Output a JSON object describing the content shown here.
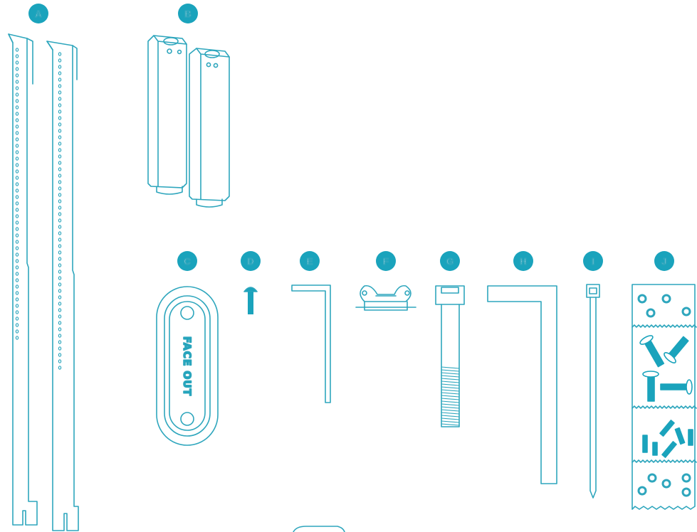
{
  "colors": {
    "accent": "#1aa3bc",
    "stroke": "#2ea6bd",
    "badge_text": "#ffffff",
    "background": "#ffffff"
  },
  "parts": [
    {
      "id": "A",
      "label": "A",
      "name": "vertical rails"
    },
    {
      "id": "B",
      "label": "B",
      "name": "leg feet"
    },
    {
      "id": "C",
      "label": "C",
      "name": "oval plate",
      "text": "FACE OUT"
    },
    {
      "id": "D",
      "label": "D",
      "name": "button screw"
    },
    {
      "id": "E",
      "label": "E",
      "name": "small hex key"
    },
    {
      "id": "F",
      "label": "F",
      "name": "wing nut"
    },
    {
      "id": "G",
      "label": "G",
      "name": "long bolt"
    },
    {
      "id": "H",
      "label": "H",
      "name": "large hex key"
    },
    {
      "id": "I",
      "label": "I",
      "name": "cable tie"
    },
    {
      "id": "J",
      "label": "J",
      "name": "hardware pack"
    }
  ]
}
